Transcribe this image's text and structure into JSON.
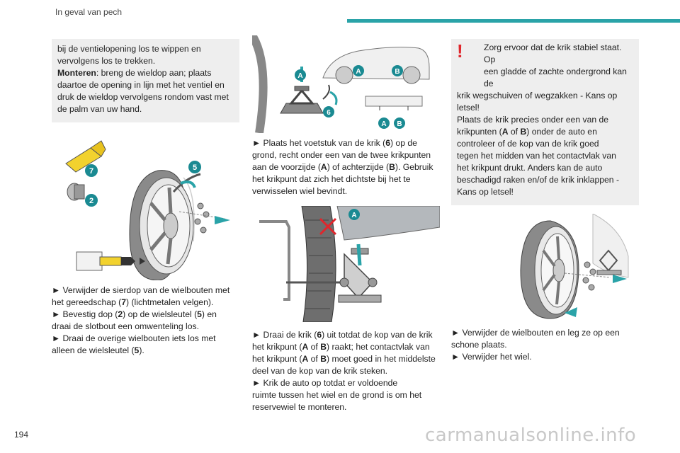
{
  "header": {
    "title": "In geval van pech"
  },
  "page_number": "194",
  "watermark": "carmanualsonline.info",
  "col1": {
    "box_line1": "bij de ventielopening los te wippen en",
    "box_line2": "vervolgens los te trekken.",
    "box_bold": "Monteren",
    "box_rest1": ": breng de wieldop aan; plaats",
    "box_rest2": "daartoe de opening in lijn met het ventiel en",
    "box_rest3": "druk de wieldop vervolgens rondom vast met",
    "box_rest4": "de palm van uw hand.",
    "fig_labels": {
      "l7": "7",
      "l2": "2",
      "l5": "5"
    },
    "b1_a": "► Verwijder de sierdop van de wielbouten met",
    "b1_b": "het gereedschap (",
    "b1_n": "7",
    "b1_c": ") (lichtmetalen velgen).",
    "b2_a": "► Bevestig dop (",
    "b2_n1": "2",
    "b2_b": ") op de wielsleutel (",
    "b2_n2": "5",
    "b2_c": ") en",
    "b2_d": "draai de slotbout een omwenteling los.",
    "b3_a": "► Draai de overige wielbouten iets los met",
    "b3_b": "alleen de wielsleutel (",
    "b3_n": "5",
    "b3_c": ")."
  },
  "col2": {
    "fig_labels": {
      "a": "A",
      "b": "B",
      "six": "6"
    },
    "p1_a": "► Plaats het voetstuk van de krik (",
    "p1_n": "6",
    "p1_b": ") op de",
    "p1_c": "grond, recht onder een van de twee krikpunten",
    "p1_d": "aan de voorzijde (",
    "p1_A": "A",
    "p1_e": ") of achterzijde (",
    "p1_B": "B",
    "p1_f": "). Gebruik",
    "p1_g": "het krikpunt dat zich het dichtste bij het te",
    "p1_h": "verwisselen wiel bevindt.",
    "p2_a": "► Draai de krik (",
    "p2_n": "6",
    "p2_b": ") uit totdat de kop van de krik",
    "p2_c": "het krikpunt (",
    "p2_A": "A",
    "p2_of": " of ",
    "p2_B": "B",
    "p2_d": ") raakt; het contactvlak van",
    "p2_e": "het krikpunt (",
    "p2_A2": "A",
    "p2_of2": " of ",
    "p2_B2": "B",
    "p2_f": ") moet goed in het middelste",
    "p2_g": "deel van de kop van de krik steken.",
    "p3_a": "► Krik de auto op totdat er voldoende",
    "p3_b": "ruimte tussen het wiel en de grond is om het",
    "p3_c": "reservewiel te monteren."
  },
  "col3": {
    "warn_icon": "!",
    "w1": "Zorg ervoor dat de krik stabiel staat. Op",
    "w2": "een gladde of zachte ondergrond kan de",
    "w3": "krik wegschuiven of wegzakken - Kans op",
    "w4": "letsel!",
    "w5": "Plaats de krik precies onder een van de",
    "w6_a": "krikpunten (",
    "w6_A": "A",
    "w6_of": " of ",
    "w6_B": "B",
    "w6_b": ") onder de auto en",
    "w7": "controleer of de kop van de krik goed",
    "w8": "tegen het midden van het contactvlak van",
    "w9": "het krikpunt drukt. Anders kan de auto",
    "w10": "beschadigd raken en/of de krik inklappen -",
    "w11": "Kans op letsel!",
    "b1": "► Verwijder de wielbouten en leg ze op een",
    "b1b": "schone plaats.",
    "b2": "► Verwijder het wiel."
  },
  "colors": {
    "accent": "#2aa3a8",
    "warning": "#e0262c",
    "label": "#1a8a92"
  }
}
